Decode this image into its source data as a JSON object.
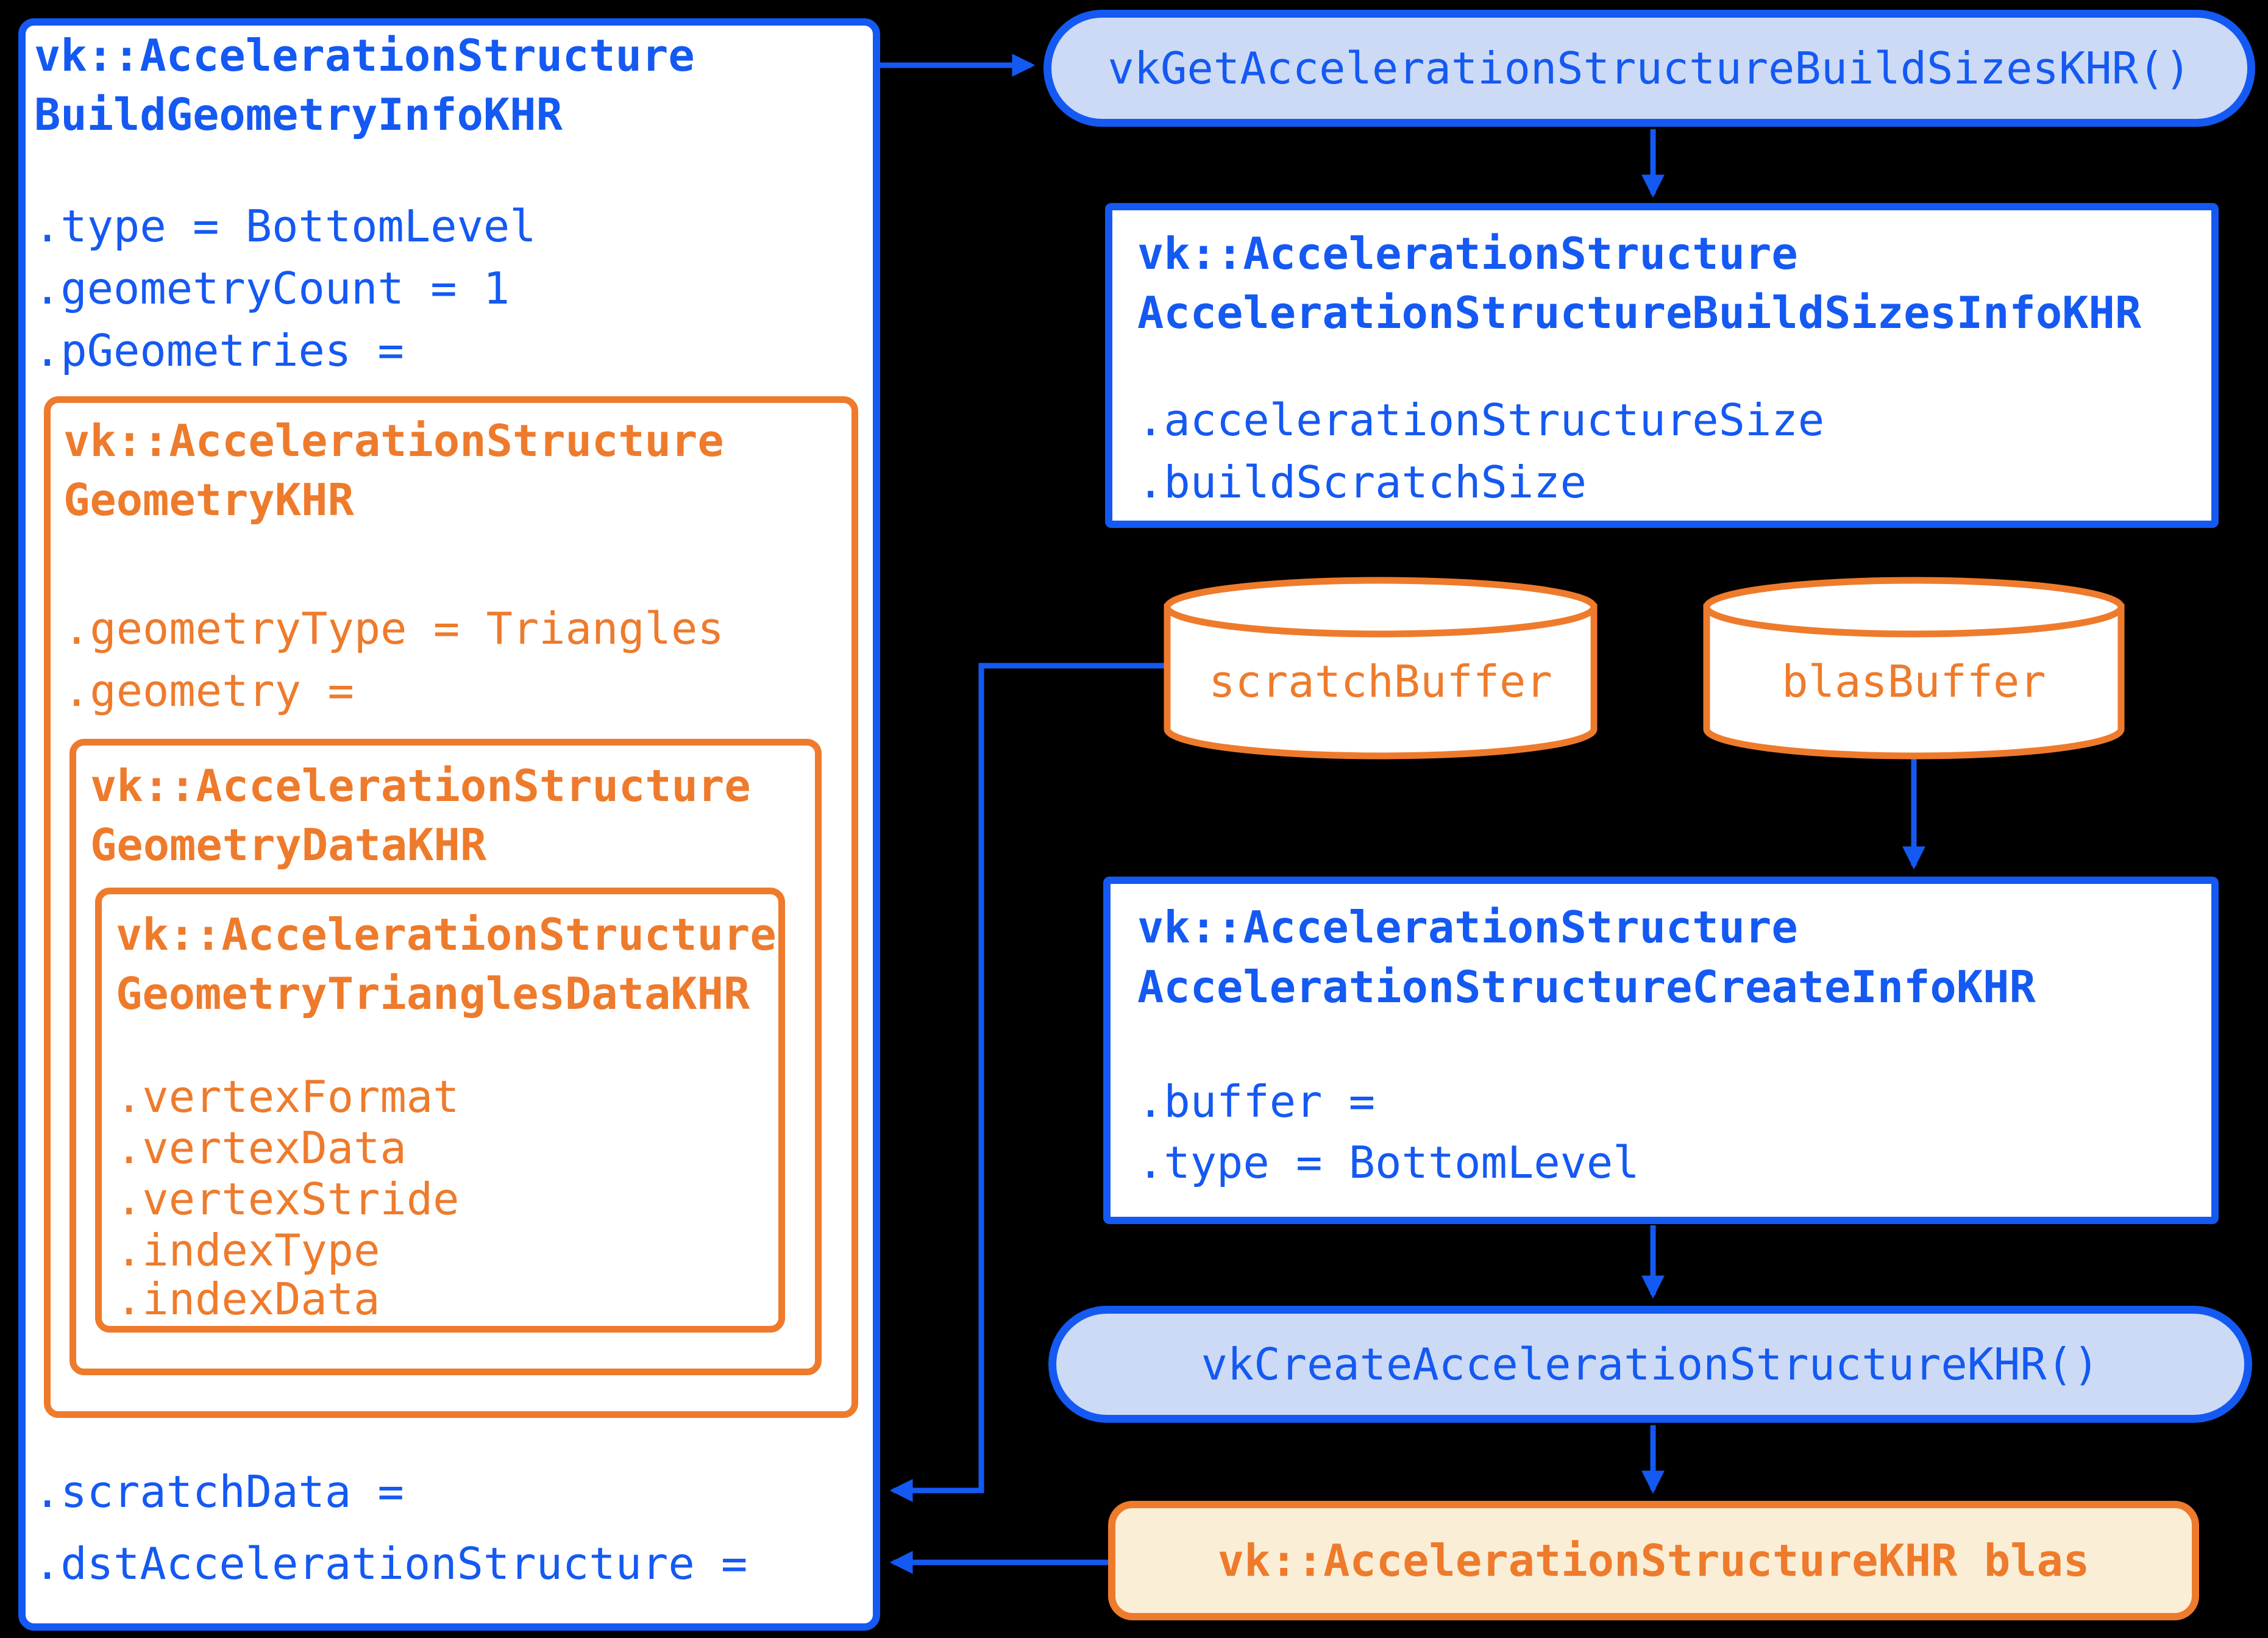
{
  "colors": {
    "blue": "#1459f2",
    "orange": "#ee7b2c",
    "pill_fill": "#ccdaf6",
    "cream_fill": "#fbeed6",
    "box_fill": "#ffffff",
    "background": "#000000"
  },
  "build_geometry_info": {
    "title_line1": "vk::AccelerationStructure",
    "title_line2": "BuildGeometryInfoKHR",
    "field_type": ".type = BottomLevel",
    "field_geometry_count": ".geometryCount = 1",
    "field_p_geometries": ".pGeometries =",
    "field_scratch_data": ".scratchData =",
    "field_dst_acceleration_structure": ".dstAccelerationStructure ="
  },
  "geometry_khr": {
    "title_line1": "vk::AccelerationStructure",
    "title_line2": "GeometryKHR",
    "field_geometry_type": ".geometryType = Triangles",
    "field_geometry": ".geometry ="
  },
  "geometry_data_khr": {
    "title_line1": "vk::AccelerationStructure",
    "title_line2": "GeometryDataKHR"
  },
  "geometry_triangles_data_khr": {
    "title_line1": "vk::AccelerationStructure",
    "title_line2": "GeometryTrianglesDataKHR",
    "fields": [
      ".vertexFormat",
      ".vertexData",
      ".vertexStride",
      ".indexType",
      ".indexData"
    ]
  },
  "get_build_sizes_call": {
    "label": "vkGetAccelerationStructureBuildSizesKHR()"
  },
  "build_sizes_info": {
    "title_line1": "vk::AccelerationStructure",
    "title_line2": "AccelerationStructureBuildSizesInfoKHR",
    "field_acceleration_structure_size": ".accelerationStructureSize",
    "field_build_scratch_size": ".buildScratchSize"
  },
  "scratch_buffer": {
    "label": "scratchBuffer"
  },
  "blas_buffer": {
    "label": "blasBuffer"
  },
  "create_info": {
    "title_line1": "vk::AccelerationStructure",
    "title_line2": "AccelerationStructureCreateInfoKHR",
    "field_buffer": ".buffer =",
    "field_type": ".type = BottomLevel"
  },
  "create_call": {
    "label": "vkCreateAccelerationStructureKHR()"
  },
  "blas_result": {
    "label": "vk::AccelerationStructureKHR blas"
  }
}
